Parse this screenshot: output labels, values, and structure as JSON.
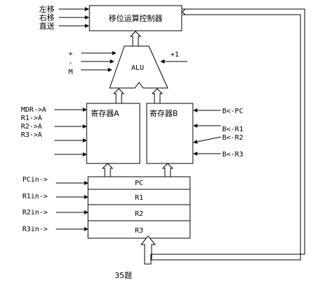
{
  "shifter": {
    "title": "移位运算控制器",
    "inputs": [
      "左移",
      "右移",
      "直送"
    ]
  },
  "alu": {
    "label": "ALU",
    "left_inputs": [
      "+",
      "-",
      "M"
    ],
    "right_input": "+1"
  },
  "reg_a": {
    "label": "寄存器A",
    "inputs": [
      "MDR->A",
      "R1->A",
      "R2->A",
      "R3->A"
    ]
  },
  "reg_b": {
    "label": "寄存器B",
    "inputs": [
      "B<-PC",
      "B<-R1",
      "B<-R2",
      "B<-R3"
    ]
  },
  "register_file": {
    "rows": [
      "PC",
      "R1",
      "R2",
      "R3"
    ],
    "inputs": [
      "PCin->",
      "R1in->",
      "R2in->",
      "R3in->"
    ]
  },
  "caption": "35题",
  "colors": {
    "line": "#000000",
    "background": "#ffffff"
  }
}
